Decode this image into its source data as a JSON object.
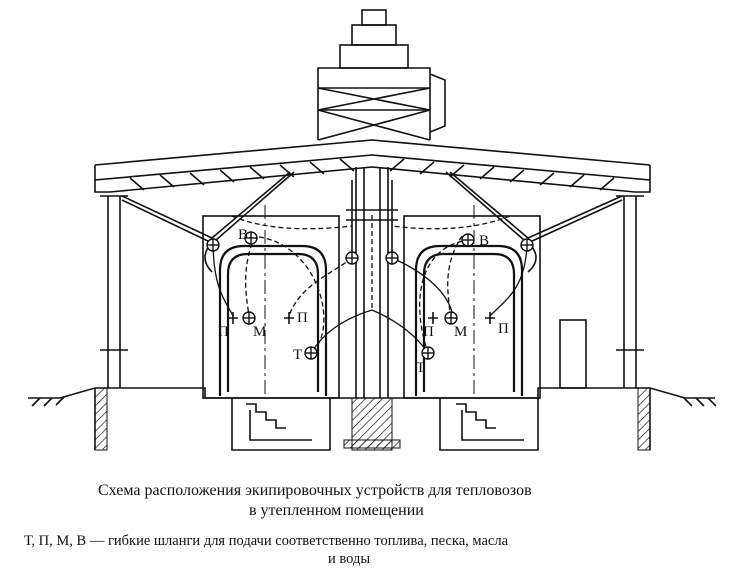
{
  "caption": {
    "line1": "Схема расположения экипировочных устройств для тепловозов",
    "line2": "в утепленном помещении"
  },
  "legend": {
    "line1": "Т, П, М, В — гибкие шланги для подачи соответственно топлива, песка, масла",
    "line2": "и воды"
  },
  "labels": {
    "water": "В",
    "sand": "П",
    "oil": "М",
    "fuel": "Т"
  }
}
